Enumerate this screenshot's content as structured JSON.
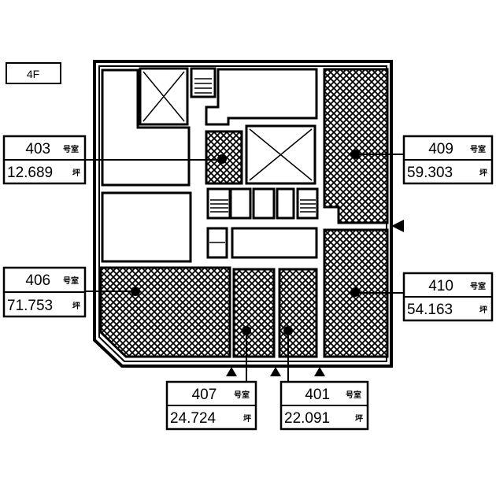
{
  "floor_label": "4F",
  "units": [
    {
      "id": "403",
      "room_suffix": "号室",
      "area": "12.689",
      "area_unit": "坪"
    },
    {
      "id": "409",
      "room_suffix": "号室",
      "area": "59.303",
      "area_unit": "坪"
    },
    {
      "id": "406",
      "room_suffix": "号室",
      "area": "71.753",
      "area_unit": "坪"
    },
    {
      "id": "410",
      "room_suffix": "号室",
      "area": "54.163",
      "area_unit": "坪"
    },
    {
      "id": "407",
      "room_suffix": "号室",
      "area": "24.724",
      "area_unit": "坪"
    },
    {
      "id": "401",
      "room_suffix": "号室",
      "area": "22.091",
      "area_unit": "坪"
    }
  ]
}
